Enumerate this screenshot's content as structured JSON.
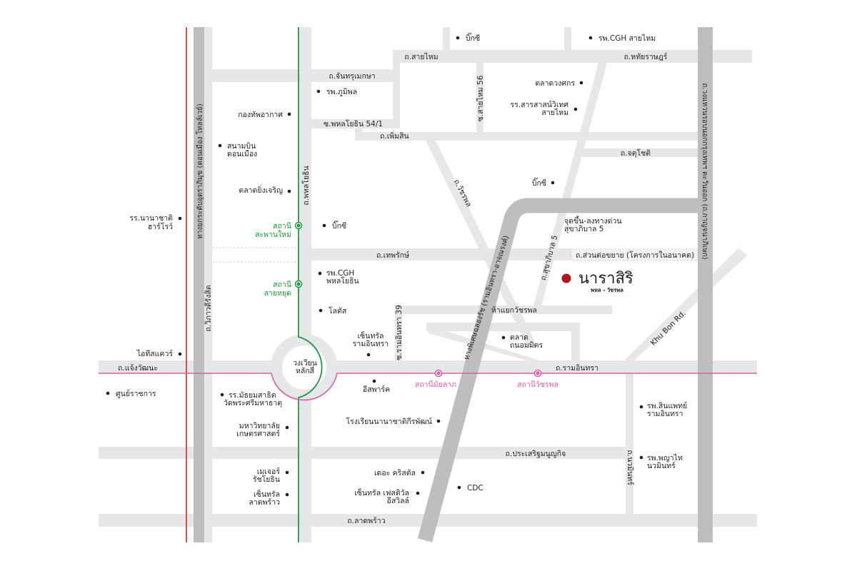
{
  "map": {
    "colors": {
      "road": "#e6e7e8",
      "highway": "#bcbec0",
      "green_line": "#1a9a3c",
      "pink_line": "#e45aa6",
      "red_line": "#e31e24",
      "project": "#b5121b"
    },
    "project": {
      "name": "นาราสิริ",
      "subtitle": "พหล - วัชรพล"
    },
    "roads": {
      "chan": "ถ.จันทรุเมกษา",
      "soi54": "ซ.พหลโยธิน 54/1",
      "phoemsin": "ถ.เพิ่มสิน",
      "saimai": "ถ.สายไหม",
      "hathai": "ถ.หทัยราษฎร์",
      "saimai56": "ซ.สายไหม 56",
      "chatuchot": "ถ.จตุโชติ",
      "phahon": "ถ.พหลโยธิน",
      "tollway": "ทางยกระดับอุตราภิมุข (ดอนเมือง โทลล์เวย์)",
      "vibhavadi": "ถ.วิภาวดีรังสิต",
      "watcharaphon": "ถ.วัชรพล",
      "thepharak": "ถ.เทพรักษ์",
      "extension": "ถ.ส่วนต่อขยาย (โครงการในอนาคต)",
      "sukhaphiban5": "ถ.สุขาภิบาล 5",
      "expressway": "ทางพิเศษฉลองรัช (รามอินทรา-อาจณรงค์)",
      "ringroad": "ถ.วงแหวนรอบนอกกรุงเทพฯ ตะวันออก (ถ.กาญจนาภิเษก)",
      "five_junction": "ห้าแยกวัชรพล",
      "ramintra39": "ซ.รามอินทรา 39",
      "chaengwattana": "ถ.แจ้งวัฒนะ",
      "ramintra": "ถ.รามอินทรา",
      "khubon": "Khu Bon Rd.",
      "prasert": "ถ.ประเสริฐมนูญกิจ",
      "nawamin": "ถ.นวมินทร์",
      "ladprao": "ถ.ลาดพร้าว"
    },
    "pois": {
      "bigc_top": "บิ๊กซี",
      "cgh_saimai": "รพ.CGH สายไหม",
      "wongsakorn": "ตลาดวงศกร",
      "sarasas": [
        "รร.สารสาสน์วิเทศ",
        "สายไหม"
      ],
      "bhumibol": "รพ.ภูมิพล",
      "airforce": "กองทัพอากาศ",
      "donmueang": [
        "สนามบิน",
        "ดอนเมือง"
      ],
      "yingcharoen": "ตลาดยิ่งเจริญ",
      "harrow": [
        "รร.นานาชาติ",
        "ฮาร์โรว์"
      ],
      "bigc_mid": "บิ๊กซี",
      "bigc_right": "บิ๊กซี",
      "exp_ramp": [
        "จุดขึ้น-ลงทางด่วน",
        "สุขาภิบาล 5"
      ],
      "cgh_phahon": [
        "รพ.CGH",
        "พหลโยธิน"
      ],
      "lotus": "โลตัส",
      "central_ram": [
        "เซ็นทรัล",
        "รามอินทรา"
      ],
      "itsquare": "ไอทีสแควร์",
      "govcenter": "ศูนย์ราชการ",
      "espark": "อีสพาร์ค",
      "thanonmit": [
        "ตลาด",
        "ถนอมมิตร"
      ],
      "satit": [
        "รร.มัธยมสาธิต",
        "วัดพระศรีมหาธาตุ"
      ],
      "ku": [
        "มหาวิทยาลัย",
        "เกษตรศาสตร์"
      ],
      "kpis": "โรงเรียนนานาชาติกีรพัฒน์",
      "major": [
        "เมเจอร์",
        "รัชโยธิน"
      ],
      "central_lad": [
        "เซ็นทรัล",
        "ลาดพร้าว"
      ],
      "crystal": "เดอะ คริสตัล",
      "festival": [
        "เซ็นทรัล เฟสติวัล",
        "อีสวิลล์"
      ],
      "cdc": "CDC",
      "synphaet": [
        "รพ.สินแพทย์",
        "รามอินทรา"
      ],
      "phyathai": [
        "รพ.พญาไท",
        "นวมินทร์"
      ]
    },
    "stations": {
      "saphanmai": [
        "สถานี",
        "สะพานใหม่"
      ],
      "saiyud": [
        "สถานี",
        "สายหยุด"
      ],
      "laksi": [
        "วงเวียน",
        "หลักสี่"
      ],
      "mailap": "สถานีมัยลาภ",
      "watcharaphon": "สถานีวัชรพล"
    }
  }
}
